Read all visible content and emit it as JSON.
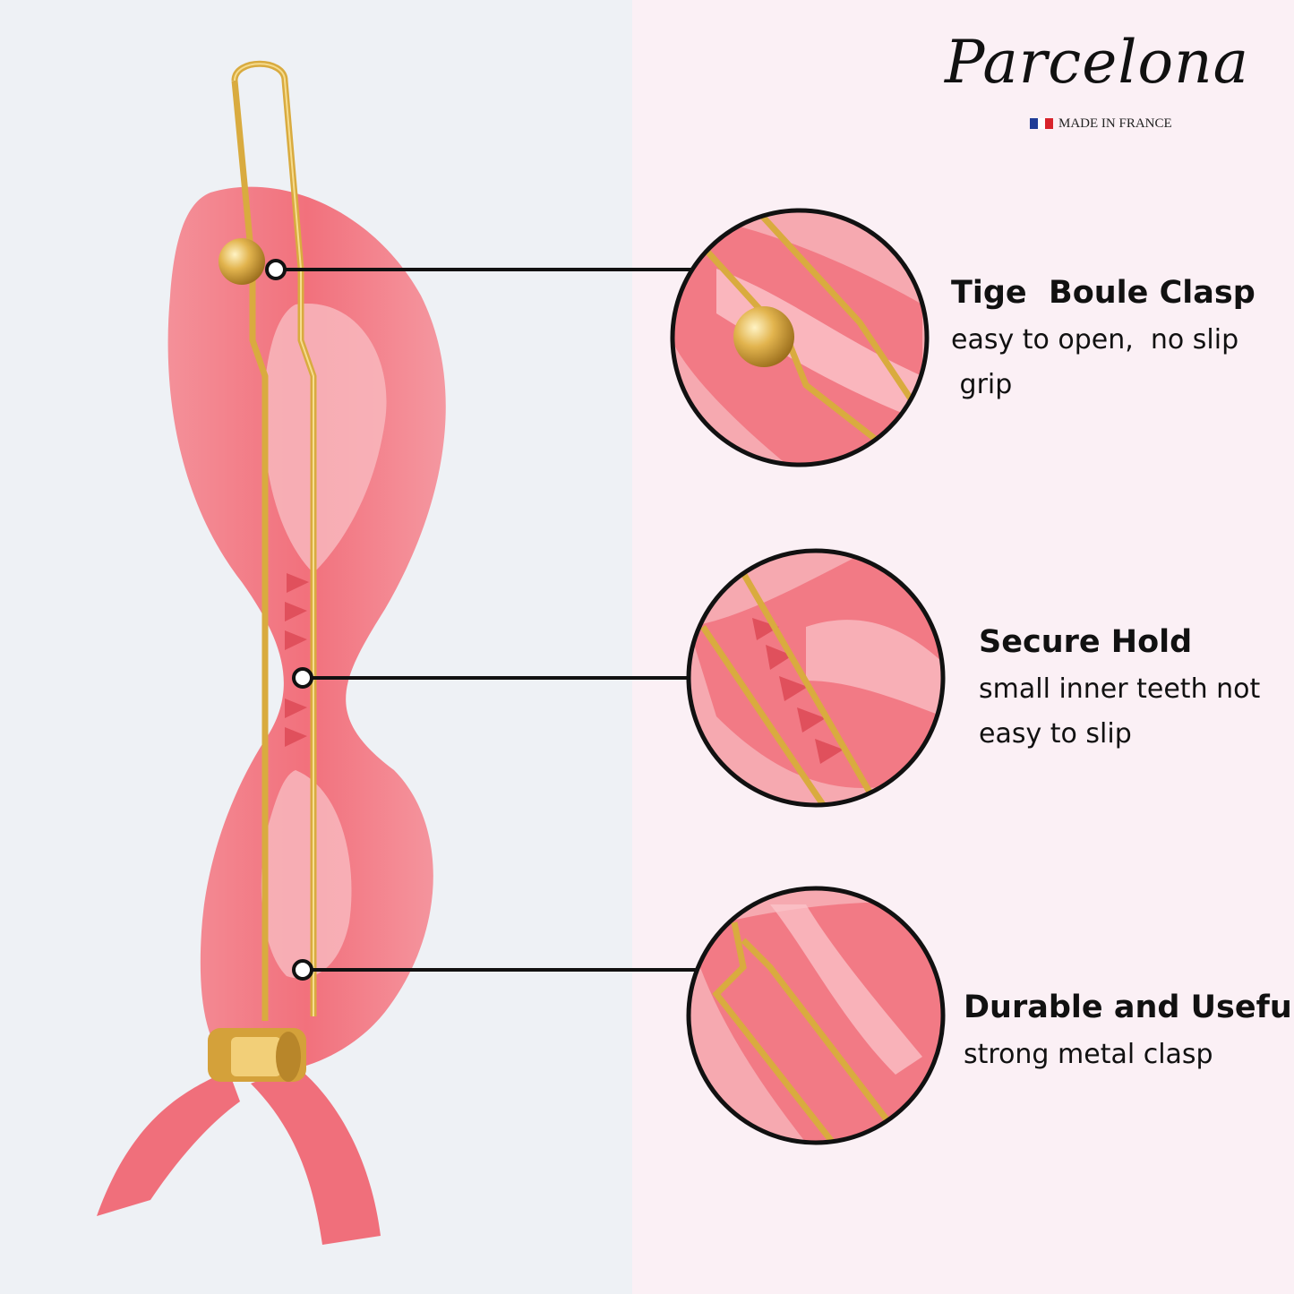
{
  "brand": {
    "name": "Parcelona",
    "tagline": "MADE IN FRANCE",
    "flag_colors": [
      "#1f3c96",
      "#ffffff",
      "#d8242c"
    ]
  },
  "features": [
    {
      "title": "Tige  Boule Clasp",
      "description": "easy to open,  no slip\n grip"
    },
    {
      "title": "Secure Hold",
      "description": "small inner teeth not\neasy to slip"
    },
    {
      "title": "Durable and Useful",
      "description": "strong metal clasp"
    }
  ],
  "colors": {
    "left_background": "#eef1f5",
    "right_background": "#fbf0f5",
    "clip_pink": "#f3727c",
    "clip_light": "#f8a6ad",
    "clip_dark": "#e8545f",
    "gold": "#d4a63a",
    "gold_light": "#f4d27a",
    "line": "#111111"
  }
}
